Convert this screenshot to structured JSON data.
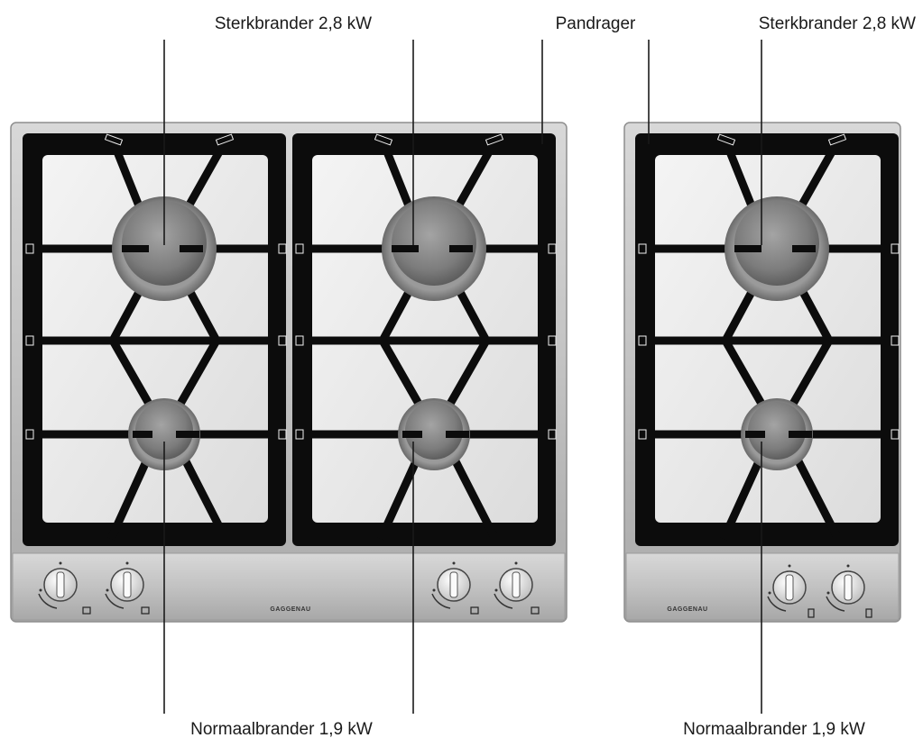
{
  "labels": {
    "top_left": "Sterkbrander 2,8 kW",
    "top_pandrager": "Pandrager",
    "top_right": "Sterkbrander 2,8 kW",
    "bottom_left": "Normaalbrander 1,9 kW",
    "bottom_right": "Normaalbrander 1,9 kW"
  },
  "brand": {
    "wide_hob": "GAGGENAU",
    "narrow_hob": "GAGGENAU"
  },
  "colors": {
    "steel_frame": "#c8c8c8",
    "grate": "#0c0c0c",
    "tray": "#ececec",
    "burner": "#8a8a8a",
    "leader_line": "#1a1a1a"
  }
}
